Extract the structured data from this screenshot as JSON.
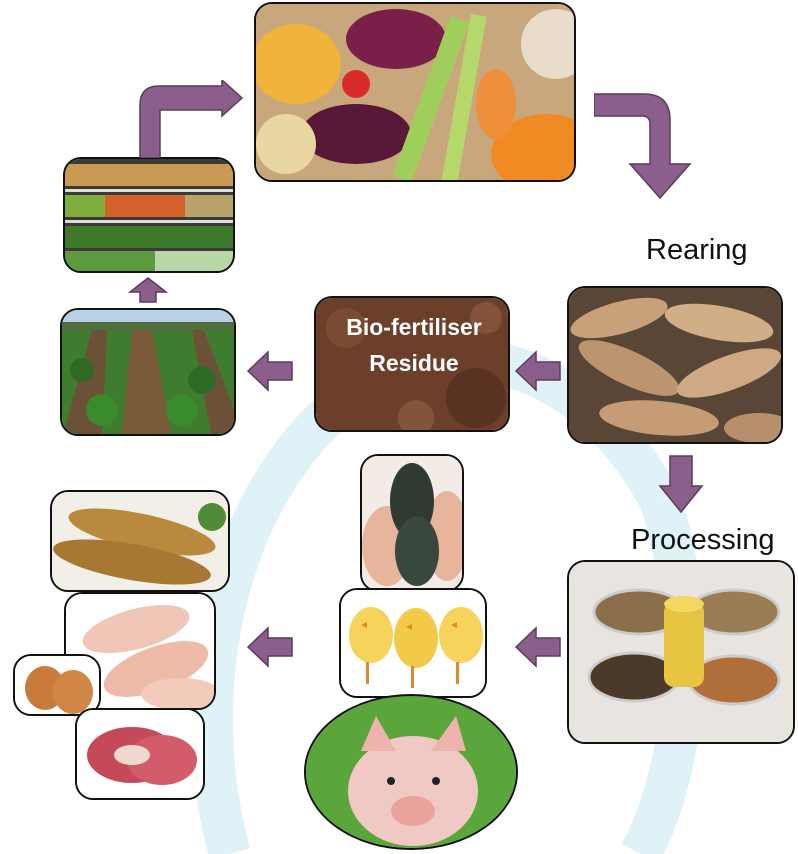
{
  "labels": {
    "rearing": "Rearing",
    "processing": "Processing",
    "biofertiliser_line1": "Bio-fertiliser",
    "biofertiliser_line2": "Residue"
  },
  "images": [
    "food-waste-photo",
    "supermarket-produce-photo",
    "crop-field-photo",
    "bio-fertiliser-residue-photo",
    "larvae-photo",
    "insect-meal-products-photo",
    "tilapia-fish-photo",
    "chicks-photo",
    "piglet-photo",
    "grilled-fish-photo",
    "chicken-drumsticks-photo",
    "eggs-photo",
    "pork-chops-photo"
  ],
  "colors": {
    "arrow": "#8B5E8C",
    "arrow_stroke": "#5a3d5c",
    "bg_ring": "#d9f1f6"
  }
}
